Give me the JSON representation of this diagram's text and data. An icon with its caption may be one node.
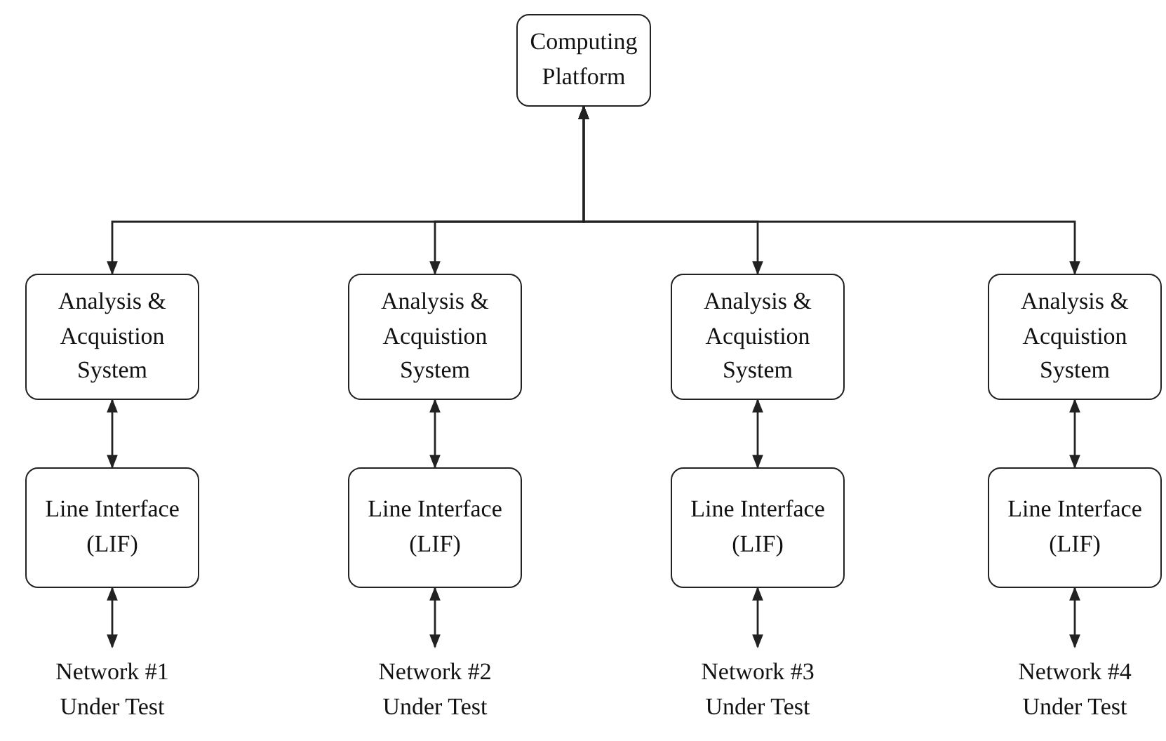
{
  "diagram": {
    "nodes": [
      {
        "text": [
          "Computing Platform"
        ]
      },
      {
        "text": [
          "Analysis & Acquistion System"
        ]
      },
      {
        "text": [
          "Analysis & Acquistion System"
        ]
      },
      {
        "text": [
          "Analysis & Acquistion System"
        ]
      },
      {
        "text": [
          "Analysis & Acquistion System"
        ]
      },
      {
        "text": [
          "Line Interface (LIF)"
        ]
      },
      {
        "text": [
          "Line Interface (LIF)"
        ]
      },
      {
        "text": [
          "Line Interface (LIF)"
        ]
      },
      {
        "text": [
          "Line Interface (LIF)"
        ]
      },
      {
        "text": [
          "Network #1 Under Test"
        ]
      },
      {
        "text": [
          "Network #2 Under Test"
        ]
      },
      {
        "text": [
          "Network #3 Under Test"
        ]
      },
      {
        "text": [
          "Network #4 Under Test"
        ]
      }
    ],
    "edges": [
      {
        "from": 0,
        "to": 1,
        "arrow": "both"
      },
      {
        "from": 0,
        "to": 2,
        "arrow": "both"
      },
      {
        "from": 0,
        "to": 3,
        "arrow": "both"
      },
      {
        "from": 0,
        "to": 4,
        "arrow": "both"
      },
      {
        "from": 1,
        "to": 5,
        "arrow": "both"
      },
      {
        "from": 2,
        "to": 6,
        "arrow": "both"
      },
      {
        "from": 3,
        "to": 7,
        "arrow": "both"
      },
      {
        "from": 4,
        "to": 8,
        "arrow": "both"
      },
      {
        "from": 5,
        "to": 9,
        "arrow": "both"
      },
      {
        "from": 6,
        "to": 10,
        "arrow": "both"
      },
      {
        "from": 7,
        "to": 11,
        "arrow": "both"
      },
      {
        "from": 8,
        "to": 12,
        "arrow": "both"
      }
    ]
  }
}
